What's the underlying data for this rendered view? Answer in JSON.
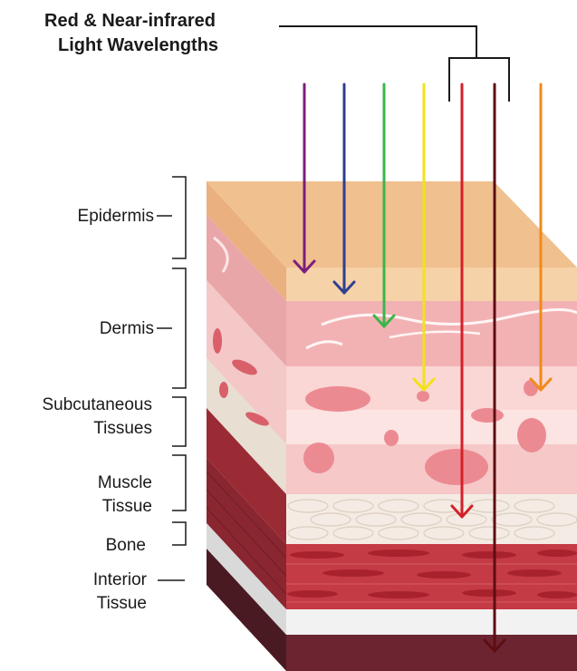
{
  "title_lines": [
    "Red & Near-infrared",
    "Light Wavelengths"
  ],
  "layers": [
    {
      "lines": [
        "Epidermis"
      ]
    },
    {
      "lines": [
        "Dermis"
      ]
    },
    {
      "lines": [
        "Subcutaneous",
        "Tissues"
      ]
    },
    {
      "lines": [
        "Muscle",
        "Tissue"
      ]
    },
    {
      "lines": [
        "Bone"
      ]
    },
    {
      "lines": [
        "Interior",
        "Tissue"
      ]
    }
  ],
  "colors": {
    "epidermis_top": "#f0c08e",
    "epidermis_front": "#f6d2a8",
    "dermis": "#f2b2b4",
    "subcutaneous": "#fadada",
    "fat": "#f4ece4",
    "muscle": "#c43a45",
    "bone": "#f2f2f2",
    "interior": "#6b2430"
  },
  "wavelength_rays": [
    {
      "color": "#7b1e7e",
      "name": "violet"
    },
    {
      "color": "#2e3f8f",
      "name": "blue"
    },
    {
      "color": "#3bb54a",
      "name": "green"
    },
    {
      "color": "#f2e21a",
      "name": "yellow"
    },
    {
      "color": "#d4202a",
      "name": "red"
    },
    {
      "color": "#5e0d12",
      "name": "near-infrared"
    },
    {
      "color": "#f08a1c",
      "name": "orange"
    }
  ]
}
